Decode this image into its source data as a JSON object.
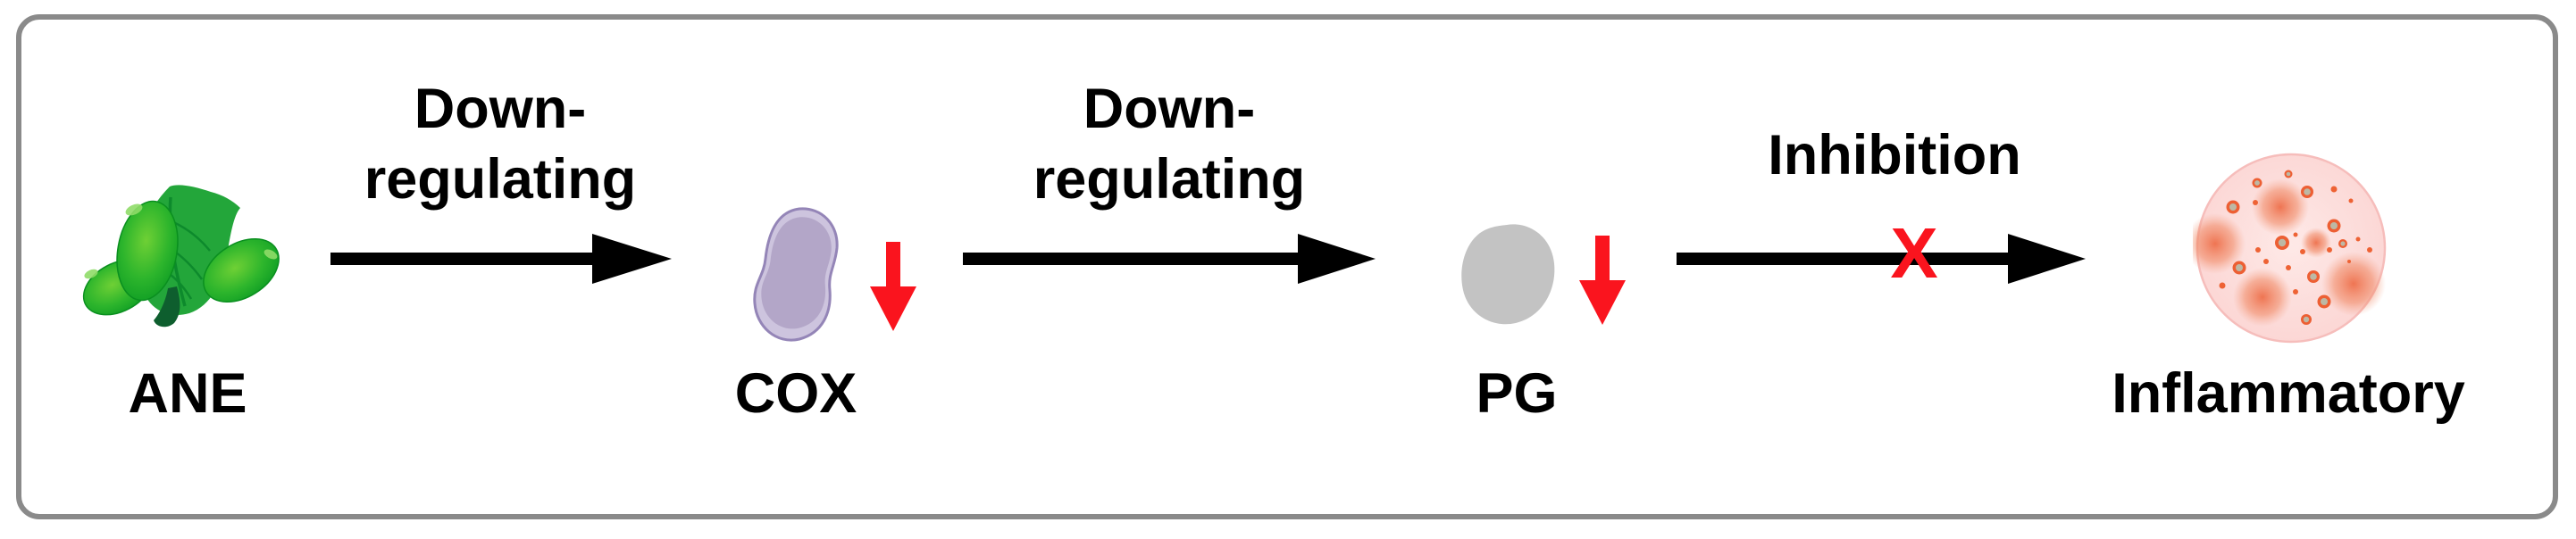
{
  "figure": {
    "description": "Pathway diagram: ANE down-regulates COX, which down-regulates PG, inhibiting inflammatory response"
  },
  "colors": {
    "frame_border": "#8a8a8a",
    "arrow_black": "#000000",
    "accent_red": "#fa141e",
    "cox_fill": "#b3a6c8",
    "cox_rim": "#cdc4de",
    "cox_outline": "#9485b7",
    "pg_gray": "#c3c3c3",
    "cell_pink_fill": "#fcd9d7",
    "cell_pink_border": "#f6bdbb",
    "cell_dot_orange": "#ed5f33",
    "nut_green": "#2db52c",
    "leaf_green": "#23a63a"
  },
  "nodes": [
    {
      "id": "ane",
      "label": "ANE",
      "icon": "areca-nuts-icon"
    },
    {
      "id": "cox",
      "label": "COX",
      "icon": "cox-enzyme-blob-icon",
      "trend": "decrease",
      "trend_marker": "red-down-arrow-icon"
    },
    {
      "id": "pg",
      "label": "PG",
      "icon": "pg-molecule-blob-icon",
      "trend": "decrease",
      "trend_marker": "red-down-arrow-icon"
    },
    {
      "id": "inflammatory",
      "label": "Inflammatory",
      "icon": "inflammatory-cell-icon"
    }
  ],
  "edges": [
    {
      "from": "ane",
      "to": "cox",
      "label_line1": "Down-",
      "label_line2": "regulating"
    },
    {
      "from": "cox",
      "to": "pg",
      "label_line1": "Down-",
      "label_line2": "regulating"
    },
    {
      "from": "pg",
      "to": "inflammatory",
      "label": "Inhibition",
      "block_marker": "X"
    }
  ]
}
